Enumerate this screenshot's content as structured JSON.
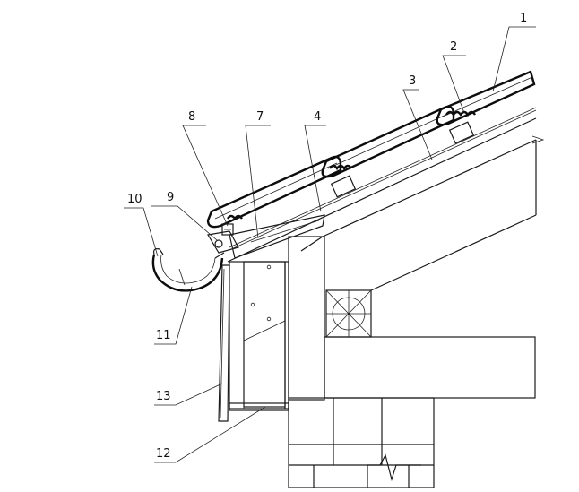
{
  "callouts": [
    {
      "id": "1",
      "label": "1"
    },
    {
      "id": "2",
      "label": "2"
    },
    {
      "id": "3",
      "label": "3"
    },
    {
      "id": "4",
      "label": "4"
    },
    {
      "id": "7",
      "label": "7"
    },
    {
      "id": "8",
      "label": "8"
    },
    {
      "id": "9",
      "label": "9"
    },
    {
      "id": "10",
      "label": "10"
    },
    {
      "id": "11",
      "label": "11"
    },
    {
      "id": "12",
      "label": "12"
    },
    {
      "id": "13",
      "label": "13"
    }
  ]
}
